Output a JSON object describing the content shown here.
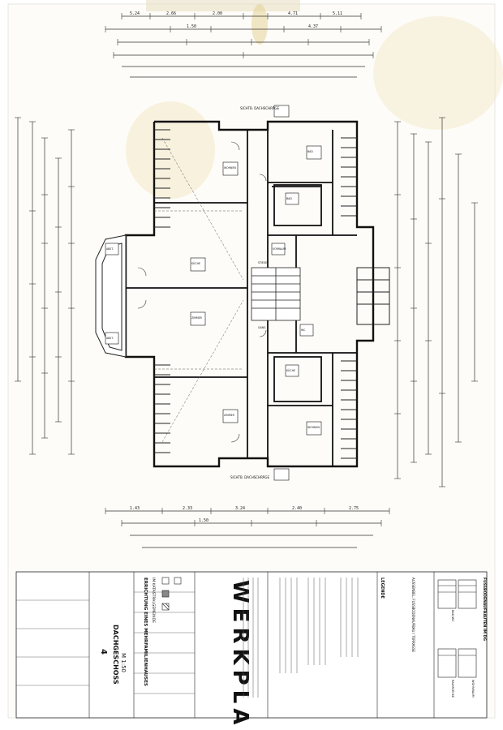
{
  "sheet": {
    "big_title": "WERKPLAN",
    "project_line1": "ERRICHTUNG EINES MEHRFAMILIENHAUSES",
    "project_line2": "IM KATASTRALGEMEINDE",
    "plan_number": "4",
    "plan_title": "DACHGESCHOSS",
    "scale": "M 1:50",
    "legend_title": "LEGENDE",
    "detail_title": "FUSSBODENAUFBAUTEN IM DG",
    "bottom_detail_title": "AUSSENBEL. FUSSBODENAUFBAU / TERRASSE",
    "detail_side_labels": [
      "BAD/WC",
      "RAUMDECKE",
      "WOHNRAUM"
    ]
  },
  "rooms": [
    {
      "name": "WOHNEN"
    },
    {
      "name": "KÜCHE"
    },
    {
      "name": "ZIMMER"
    },
    {
      "name": "BAD"
    },
    {
      "name": "BAD"
    },
    {
      "name": "ABST."
    },
    {
      "name": "VORRAUM"
    },
    {
      "name": "WC"
    },
    {
      "name": "STIEGE"
    },
    {
      "name": "GANG"
    },
    {
      "name": "ZIMMER"
    },
    {
      "name": "WOHNEN"
    },
    {
      "name": "ABST."
    },
    {
      "name": "KÜCHE"
    }
  ],
  "annotations": {
    "roof_note_top": "SICHTB. DACHSCHRÄGE",
    "roof_note_bottom": "SICHTB. DACHSCHRÄGE",
    "dimensions_top": [
      "5.24",
      "2.66",
      "2.00",
      "4.71",
      "5.11",
      "1.50",
      "4.37"
    ],
    "dimensions_bottom": [
      "1.43",
      "2.33",
      "3.24",
      "2.40",
      "2.75",
      "1.50"
    ]
  },
  "colors": {
    "line": "#1a1a1a",
    "paper": "#ffffff",
    "stain": "#e6d59a"
  }
}
